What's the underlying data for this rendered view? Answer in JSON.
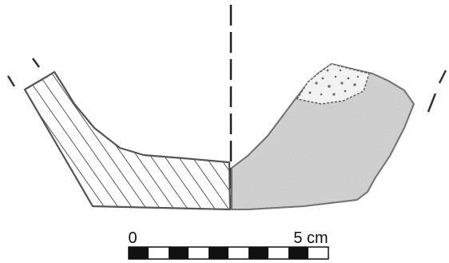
{
  "scale_bar": {
    "start_label": "0",
    "end_label": "5 cm",
    "segments": 10,
    "dark_color": "#111111",
    "light_color": "#ffffff"
  },
  "drawing": {
    "section_hatch_color": "#555555",
    "surface_fill_color": "#cfcfcf",
    "outline_color": "#555555"
  }
}
